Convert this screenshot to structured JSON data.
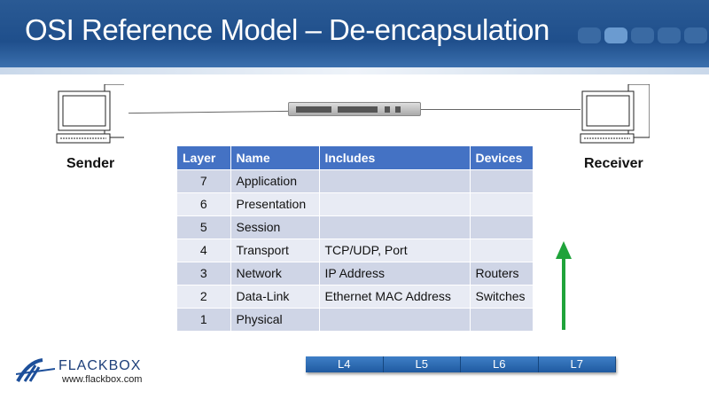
{
  "title": "OSI Reference Model – De-encapsulation",
  "sender_label": "Sender",
  "receiver_label": "Receiver",
  "table": {
    "headers": [
      "Layer",
      "Name",
      "Includes",
      "Devices"
    ],
    "rows": [
      [
        "7",
        "Application",
        "",
        ""
      ],
      [
        "6",
        "Presentation",
        "",
        ""
      ],
      [
        "5",
        "Session",
        "",
        ""
      ],
      [
        "4",
        "Transport",
        "TCP/UDP, Port",
        ""
      ],
      [
        "3",
        "Network",
        "IP Address",
        "Routers"
      ],
      [
        "2",
        "Data-Link",
        "Ethernet MAC Address",
        "Switches"
      ],
      [
        "1",
        "Physical",
        "",
        ""
      ]
    ]
  },
  "pdu_segments": [
    "L4",
    "L5",
    "L6",
    "L7"
  ],
  "logo": {
    "brand": "FLACKBOX",
    "url": "www.flackbox.com"
  },
  "colors": {
    "header": "#4472c4",
    "arrow": "#1fa33a",
    "banner": "#1f4f8c"
  }
}
